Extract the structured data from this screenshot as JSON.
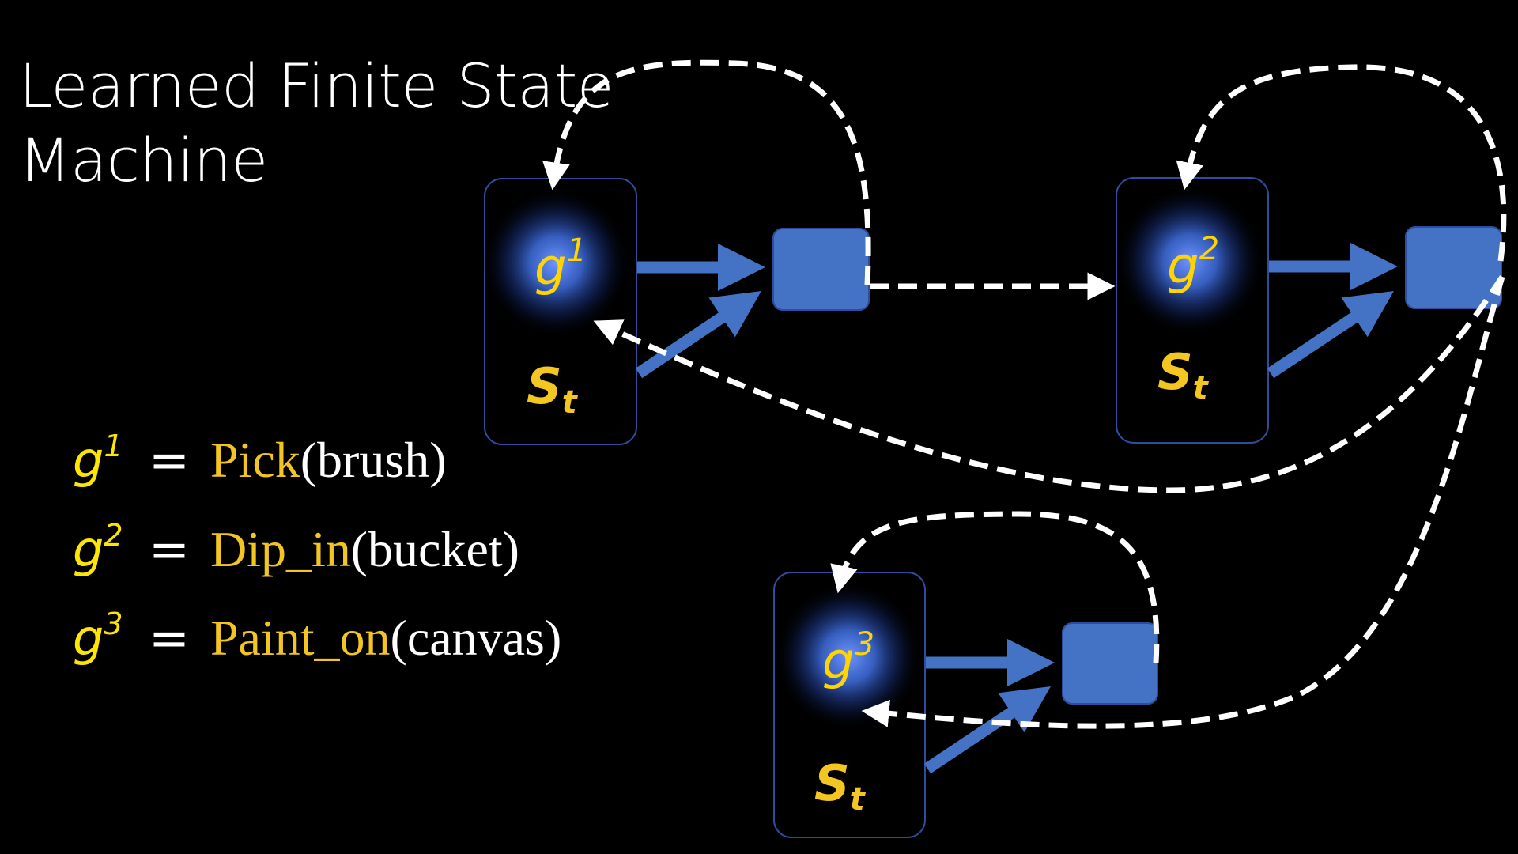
{
  "title": {
    "line1": "Learned Finite State",
    "line2": "Machine"
  },
  "nodes": [
    {
      "g": "g",
      "g_sup": "1",
      "s": "S",
      "s_sub": "t"
    },
    {
      "g": "g",
      "g_sup": "2",
      "s": "S",
      "s_sub": "t"
    },
    {
      "g": "g",
      "g_sup": "3",
      "s": "S",
      "s_sub": "t"
    }
  ],
  "legend": [
    {
      "g": "g",
      "sup": "1",
      "eq": "=",
      "fn": "Pick",
      "arg": "(brush)"
    },
    {
      "g": "g",
      "sup": "2",
      "eq": "=",
      "fn": "Dip_in",
      "arg": "(bucket)"
    },
    {
      "g": "g",
      "sup": "3",
      "eq": "=",
      "fn": "Paint_on",
      "arg": "(canvas)"
    }
  ],
  "colors": {
    "background": "#000000",
    "node_border": "#2f4d9e",
    "action_box": "#4472c4",
    "arrow_solid": "#4472c4",
    "arrow_dashed": "#ffffff",
    "goal_text": "#ffd400",
    "state_text": "#f4c622",
    "glow": "#3f6fe0"
  }
}
